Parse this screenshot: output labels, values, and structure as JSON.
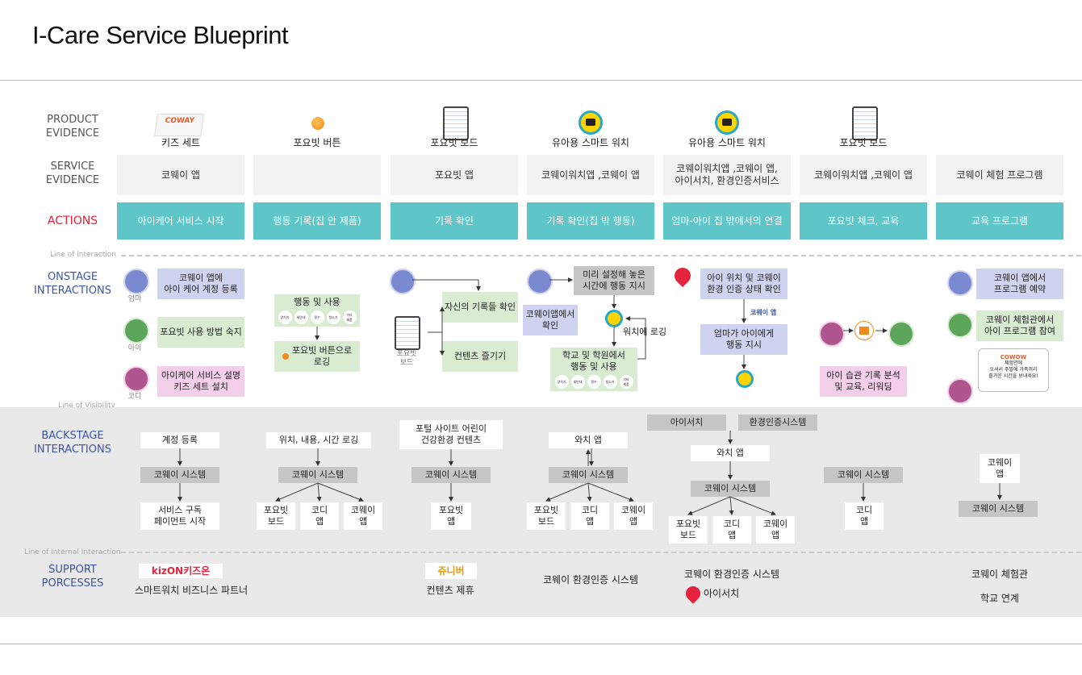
{
  "title": "I-Care Service Blueprint",
  "row_labels": {
    "product_evidence": "PRODUCT\nEVIDENCE",
    "service_evidence": "SERVICE\nEVIDENCE",
    "actions": "ACTIONS",
    "onstage": "ONSTAGE\nINTERACTIONS",
    "backstage": "BACKSTAGE\nINTERACTIONS",
    "support": "SUPPORT\nPORCESSES"
  },
  "line_labels": {
    "interaction": "Line of Interaction",
    "visibility": "Line of Visibility",
    "internal": "Line of Internal Interaction"
  },
  "product_evidence": [
    "키즈 세트",
    "포요빗 버튼",
    "포요빗 보드",
    "유아용 스마트 워치",
    "유아용 스마트 워치",
    "포요빗 보드",
    ""
  ],
  "service_evidence": [
    "코웨이 앱",
    "",
    "포요빗 앱",
    "코웨이워치앱 ,코웨이 앱",
    "코웨이워치앱 ,코웨이 앱,\n아이서치, 환경인증서비스",
    "코웨이워치앱 ,코웨이 앱",
    "코웨이 체험 프로그램"
  ],
  "actions": [
    "아이케어 서비스 시작",
    "행동 기록(집 안 제품)",
    "기록 확인",
    "기록 확인(집 밖 행동)",
    "엄마-아이 집 밖에서의 연결",
    "포요빗 체크, 교육",
    "교육 프로그램"
  ],
  "personas": {
    "mom": "엄마",
    "child": "아이",
    "cody": "코디"
  },
  "onstage": {
    "c1": [
      "코웨이 앱에\n아이 케어 계정 등록",
      "포요빗 사용 방법 숙지",
      "아이케어 서비스 설명\n키즈 세트 설치"
    ],
    "c2": [
      "행동 및 사용",
      "포요빗 버튼으로\n로깅"
    ],
    "c2_chips": [
      "양치기",
      "세안대",
      "정수",
      "청소기",
      "기타\n제품"
    ],
    "c3": [
      "자신의 기록들 확인",
      "컨텐츠 즐기기",
      "포요빗\n보드"
    ],
    "c4": [
      "미리 설정해 놓은\n시간에 행동 지시",
      "코웨이앱에서\n확인",
      "워치에 로깅",
      "학교 및 학원에서\n행동 및 사용"
    ],
    "c4_chips": [
      "양치기",
      "세안대",
      "정수",
      "청소기",
      "기타\n제품"
    ],
    "c5": [
      "아이 위치 및 코웨이\n환경 인증 상태 확인",
      "코웨이 앱",
      "엄마가 아이에게\n행동 지시"
    ],
    "c6": [
      "아이 습관 기록 분석\n및 교육, 리워딩"
    ],
    "c7": [
      "코웨이 앱에서\n프로그램 예약",
      "코웨이 체험관에서\n아이 프로그램 참여"
    ],
    "c7_note_brand": "COWOW",
    "c7_note": "체험연에\n오셔서 주말에 가족끼리\n즐거운 시간을 보내세요!"
  },
  "backstage": {
    "c1": [
      "계정 등록",
      "코웨이 시스템",
      "서비스 구독\n페이먼트 시작"
    ],
    "c2": [
      "위치, 내용, 시간 로깅",
      "코웨이 시스템",
      "포요빗\n보드",
      "코디\n앱",
      "코웨이\n앱"
    ],
    "c3": [
      "포털 사이트 어린이\n건강환경 컨텐츠",
      "코웨이 시스템",
      "포요빗\n앱"
    ],
    "c4": [
      "와치 앱",
      "코웨이 시스템",
      "포요빗\n보드",
      "코디\n앱",
      "코웨이\n앱"
    ],
    "c5": [
      "아이서치",
      "환경인증시스템",
      "와치 앱",
      "코웨이 시스템",
      "포요빗\n보드",
      "코디\n앱",
      "코웨이\n앱"
    ],
    "c6": [
      "코웨이 시스템",
      "코디\n앱"
    ],
    "c7": [
      "코웨이\n앱",
      "코웨이 시스템"
    ]
  },
  "support": {
    "c1_logo": "kizON키즈온",
    "c1": "스마트워치 비즈니스 파트너",
    "c3_logo": "쥬니버",
    "c3": "컨텐츠 제휴",
    "c4": "코웨이 환경인증 시스템",
    "c5": "코웨이 환경인증 시스템",
    "c5b": "아이서치",
    "c7a": "코웨이 체험관",
    "c7b": "학교 연계"
  },
  "colors": {
    "action": "#5ec5c8",
    "actions_label": "#e5233c",
    "onstage_label": "#3a56a8",
    "purple": "#cfd3ef",
    "green": "#d9ecd2",
    "pink": "#f4cfea"
  }
}
